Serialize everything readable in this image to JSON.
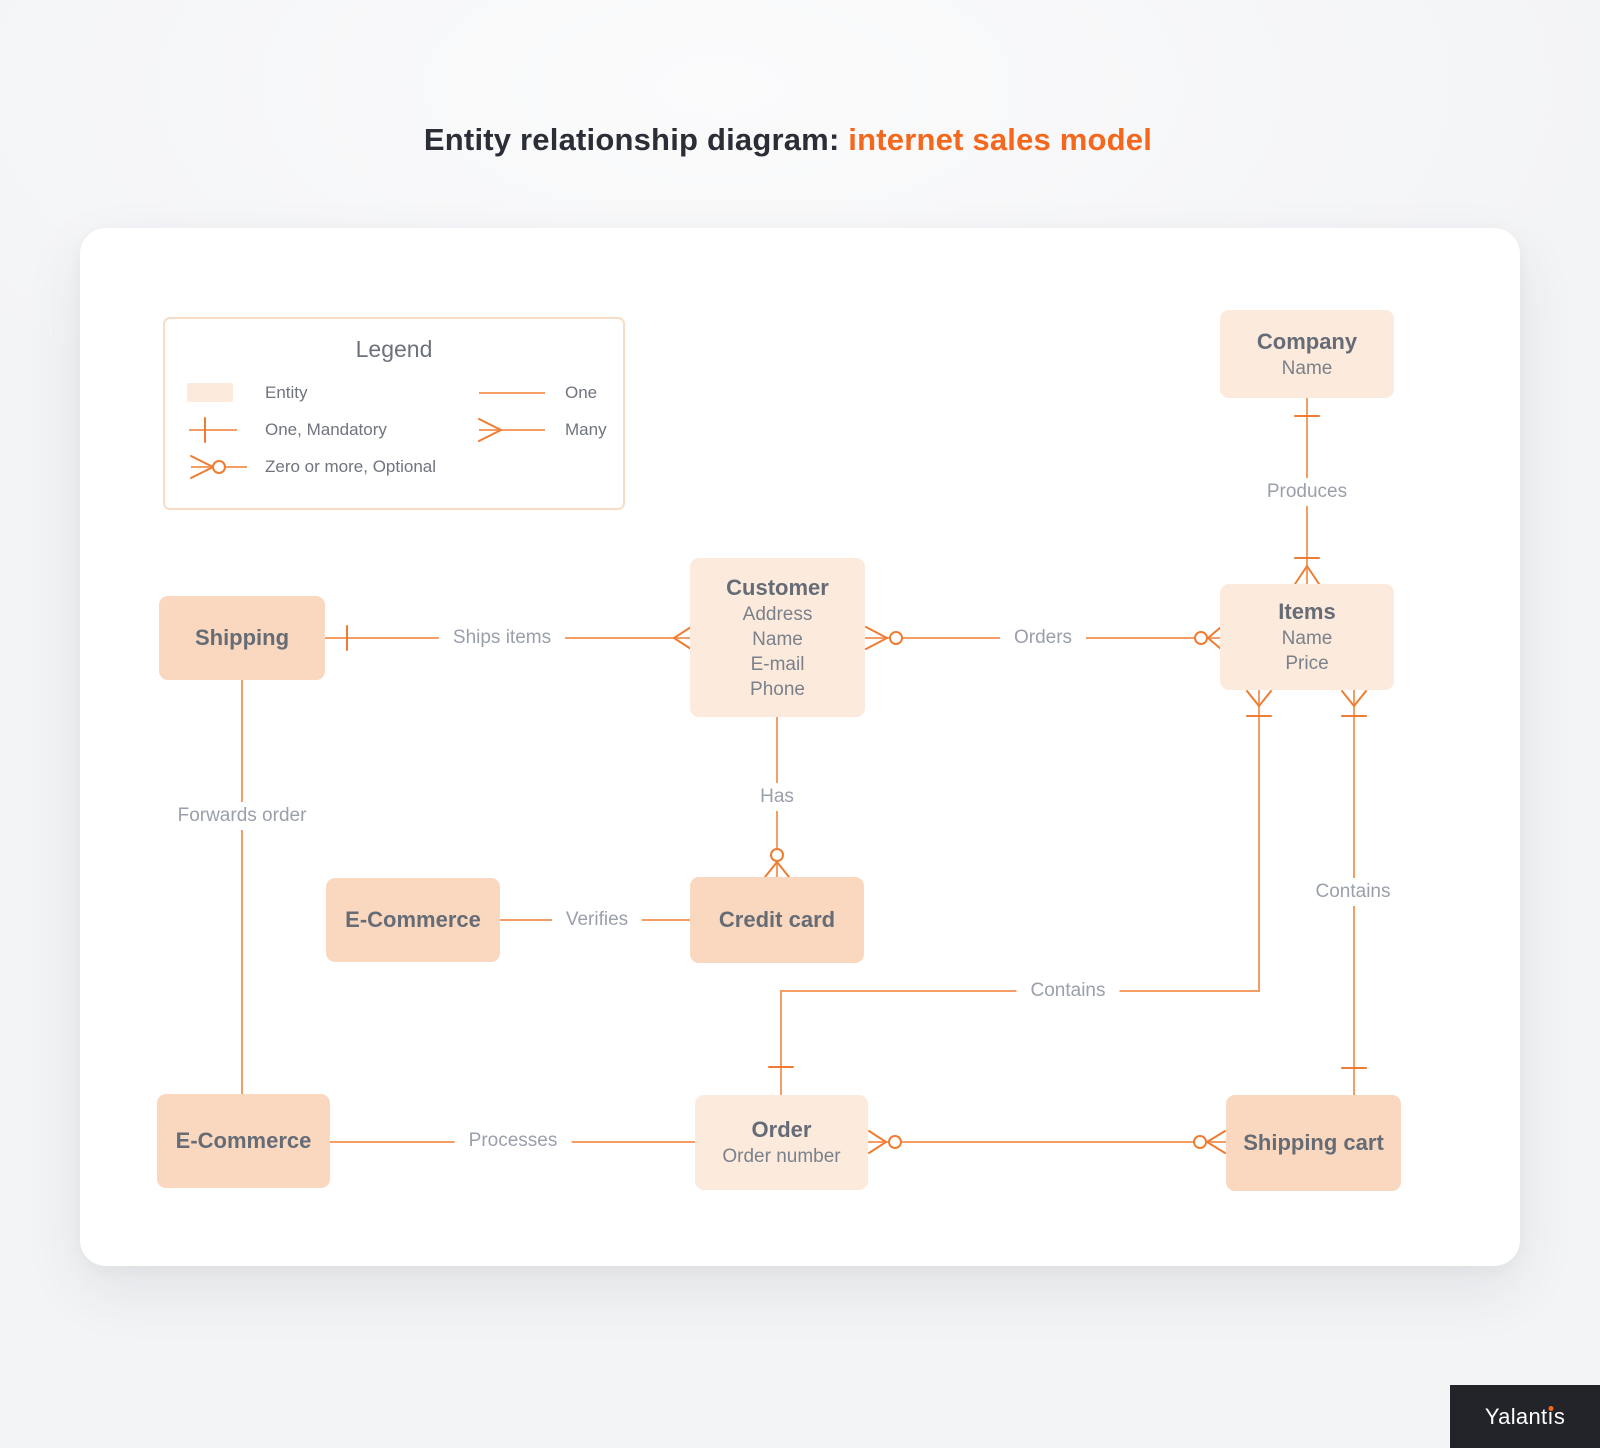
{
  "title": {
    "prefix": "Entity relationship diagram: ",
    "highlight": "internet sales model"
  },
  "legend": {
    "title": "Legend",
    "left_items": [
      {
        "symbol": "entity-swatch",
        "label": "Entity"
      },
      {
        "symbol": "one-mandatory",
        "label": "One, Mandatory"
      },
      {
        "symbol": "zero-or-more-optional",
        "label": "Zero or more, Optional"
      }
    ],
    "right_items": [
      {
        "symbol": "one",
        "label": "One"
      },
      {
        "symbol": "many",
        "label": "Many"
      }
    ]
  },
  "entities": {
    "company": {
      "title": "Company",
      "attributes": [
        "Name"
      ]
    },
    "items": {
      "title": "Items",
      "attributes": [
        "Name",
        "Price"
      ]
    },
    "customer": {
      "title": "Customer",
      "attributes": [
        "Address",
        "Name",
        "E-mail",
        "Phone"
      ]
    },
    "shipping": {
      "title": "Shipping",
      "attributes": []
    },
    "ecommerce_mid": {
      "title": "E-Commerce",
      "attributes": []
    },
    "credit_card": {
      "title": "Credit card",
      "attributes": []
    },
    "ecommerce_bottom": {
      "title": "E-Commerce",
      "attributes": []
    },
    "order": {
      "title": "Order",
      "attributes": [
        "Order number"
      ]
    },
    "shipping_cart": {
      "title": "Shipping cart",
      "attributes": []
    }
  },
  "relationships": {
    "produces": "Produces",
    "ships_items": "Ships items",
    "orders": "Orders",
    "has": "Has",
    "verifies": "Verifies",
    "forwards_order": "Forwards order",
    "processes": "Processes",
    "contains_order_items": "Contains",
    "contains_items_cart": "Contains"
  },
  "brand": {
    "name_pre": "Yalant",
    "name_i": "ı",
    "name_post": "s"
  },
  "colors": {
    "accent_orange": "#f4671c",
    "wire_orange": "#f49e66",
    "symbol_orange": "#ef7c31",
    "entity_light": "#fceadd",
    "entity_dark": "#fad8c0",
    "title_dark": "#2b2e37",
    "entity_text": "#666c76",
    "label_gray": "#9aa0ab",
    "brand_bg": "#22242a"
  }
}
